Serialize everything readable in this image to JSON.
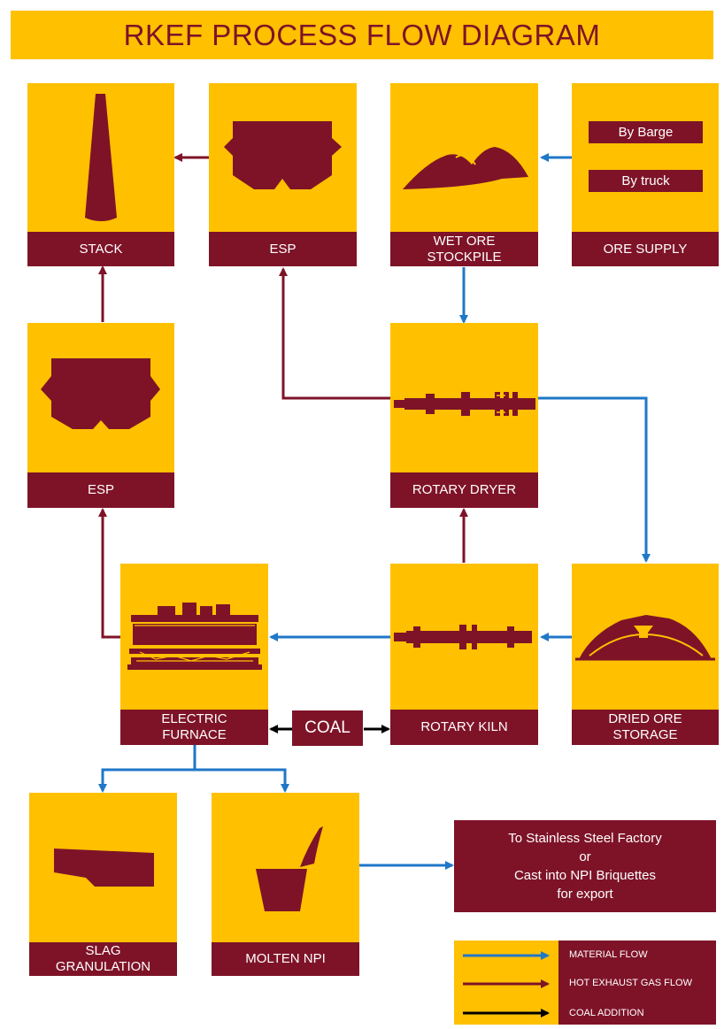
{
  "title": "RKEF PROCESS FLOW DIAGRAM",
  "colors": {
    "box": "#FFC000",
    "accent": "#7E1328",
    "material_flow": "#1F77C8",
    "gas_flow": "#7E1328",
    "coal_flow": "#000000"
  },
  "boxes": {
    "stack": "STACK",
    "esp_top": "ESP",
    "wet_ore_line1": "WET ORE",
    "wet_ore_line2": "STOCKPILE",
    "ore_supply": "ORE SUPPLY",
    "esp_left": "ESP",
    "rotary_dryer": "ROTARY DRYER",
    "furnace_line1": "ELECTRIC",
    "furnace_line2": "FURNACE",
    "rotary_kiln": "ROTARY KILN",
    "dried_line1": "DRIED ORE",
    "dried_line2": "STORAGE",
    "slag_line1": "SLAG",
    "slag_line2": "GRANULATION",
    "molten_npi": "MOLTEN NPI"
  },
  "ore_supply_options": {
    "barge": "By Barge",
    "truck": "By truck"
  },
  "coal": "COAL",
  "destination": {
    "line1": "To Stainless Steel Factory",
    "line2": "or",
    "line3": "Cast into NPI Briquettes",
    "line4": "for export"
  },
  "legend": {
    "material": "MATERIAL FLOW",
    "gas": "HOT EXHAUST GAS FLOW",
    "coal": "COAL ADDITION"
  }
}
